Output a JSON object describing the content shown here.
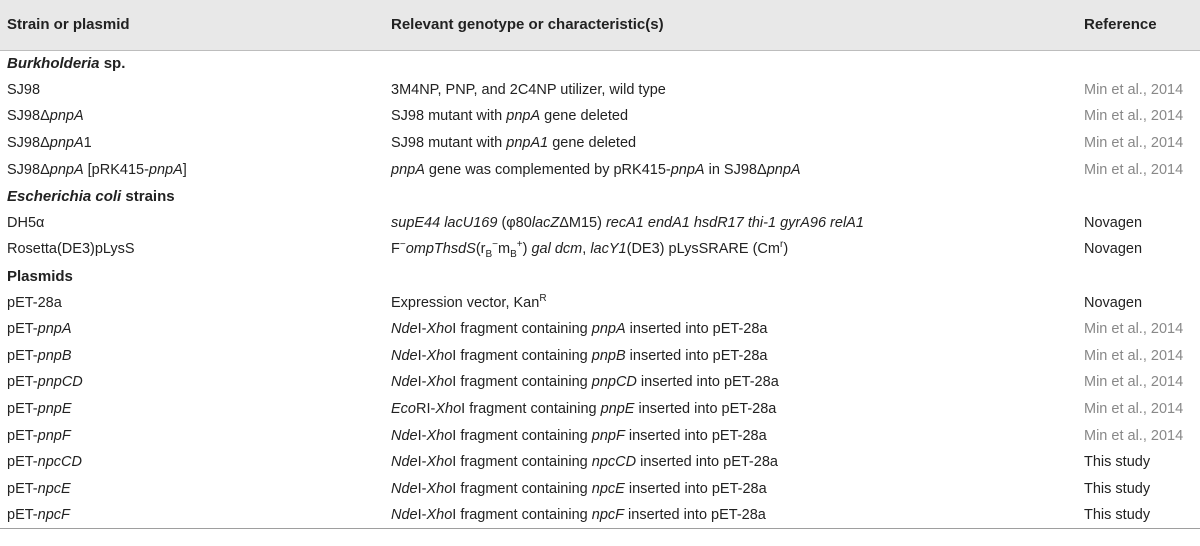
{
  "headers": {
    "col1": "Strain or plasmid",
    "col2": "Relevant genotype or characteristic(s)",
    "col3": "Reference"
  },
  "sections": {
    "burkholderia": {
      "genus": "Burkholderia",
      "suffix": " sp."
    },
    "ecoli": {
      "genus": "Escherichia coli",
      "suffix": " strains"
    },
    "plasmids": {
      "label": "Plasmids"
    }
  },
  "rows": {
    "sj98": {
      "name": "SJ98",
      "desc": "3M4NP, PNP, and 2C4NP utilizer, wild type",
      "ref": "Min et al., 2014"
    },
    "sj98_pnpa": {
      "name_prefix": "SJ98",
      "delta": "Δ",
      "gene": "pnpA",
      "desc_prefix": "SJ98 mutant with ",
      "desc_gene": "pnpA",
      "desc_suffix": " gene deleted",
      "ref": "Min et al., 2014"
    },
    "sj98_pnpa1": {
      "name_prefix": "SJ98",
      "delta": "Δ",
      "gene": "pnpA",
      "gene_suffix": "1",
      "desc_prefix": "SJ98 mutant with ",
      "desc_gene": "pnpA1",
      "desc_suffix": " gene deleted",
      "ref": "Min et al., 2014"
    },
    "sj98_comp": {
      "name_prefix": "SJ98",
      "delta": "Δ",
      "gene": "pnpA",
      "bracket_open": " [pRK415-",
      "bracket_gene": "pnpA",
      "bracket_close": "]",
      "desc_gene": "pnpA",
      "desc_mid": " gene was complemented by pRK415-",
      "desc_gene2": "pnpA",
      "desc_suffix": " in SJ98",
      "desc_delta": "Δ",
      "desc_gene3": "pnpA",
      "ref": "Min et al., 2014"
    },
    "dh5a": {
      "name": "DH5α",
      "ref": "Novagen"
    },
    "rosetta": {
      "name": "Rosetta(DE3)pLysS",
      "ref": "Novagen"
    },
    "pet28a": {
      "name": "pET-28a",
      "desc": "Expression vector, Kan",
      "desc_sup": "R",
      "ref": "Novagen"
    },
    "pet_pnpa": {
      "prefix": "pET-",
      "gene": "pnpA",
      "ref": "Min et al., 2014"
    },
    "pet_pnpb": {
      "prefix": "pET-",
      "gene": "pnpB",
      "ref": "Min et al., 2014"
    },
    "pet_pnpcd": {
      "prefix": "pET-",
      "gene": "pnpCD",
      "ref": "Min et al., 2014"
    },
    "pet_pnpe": {
      "prefix": "pET-",
      "gene": "pnpE",
      "ref": "Min et al., 2014"
    },
    "pet_pnpf": {
      "prefix": "pET-",
      "gene": "pnpF",
      "ref": "Min et al., 2014"
    },
    "pet_npccd": {
      "prefix": "pET-",
      "gene": "npcCD",
      "ref": "This study"
    },
    "pet_npce": {
      "prefix": "pET-",
      "gene": "npcE",
      "ref": "This study"
    },
    "pet_npcf": {
      "prefix": "pET-",
      "gene": "npcF",
      "ref": "This study"
    }
  },
  "fragment": {
    "nde": "Nde",
    "xho": "Xho",
    "eco": "Eco",
    "roman": "I",
    "romanR": "RI",
    "dash": "-",
    "mid": " fragment containing ",
    "suffix": " inserted into pET-28a"
  },
  "genotype_dh5a": {
    "p1": "supE44 lacU169",
    "p2": " (φ80",
    "p3": "lacZ",
    "p4": "ΔM15) ",
    "p5": "recA1 endA1 hsdR17 thi-1 gyrA96 relA1"
  },
  "genotype_rosetta": {
    "p1": "F",
    "sup_minus": "−",
    "p2": "ompThsdS",
    "p3": "(r",
    "sub_b": "B",
    "p4": "m",
    "sup_plus": "+",
    "p5": ") ",
    "p6": "gal dcm",
    "p7": ", ",
    "p8": "lacY1",
    "p9": "(DE3) pLysSRARE (Cm",
    "sup_r": "r",
    "p10": ")"
  }
}
